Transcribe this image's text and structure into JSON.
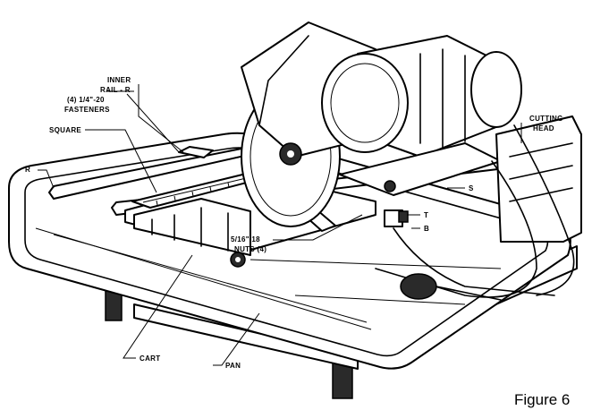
{
  "figure": {
    "caption": "Figure 6"
  },
  "labels": {
    "inner_rail": "INNER",
    "inner_rail_2": "RAIL - R",
    "fasteners": "(4) 1/4\"-20",
    "fasteners_2": "FASTENERS",
    "square": "SQUARE",
    "r_left": "R",
    "cutting_head": "CUTTING",
    "cutting_head_2": "HEAD",
    "s": "S",
    "t": "T",
    "b": "B",
    "nuts": "5/16\"/18",
    "nuts_2": "NUTS (4)",
    "cart": "CART",
    "pan": "PAN"
  }
}
